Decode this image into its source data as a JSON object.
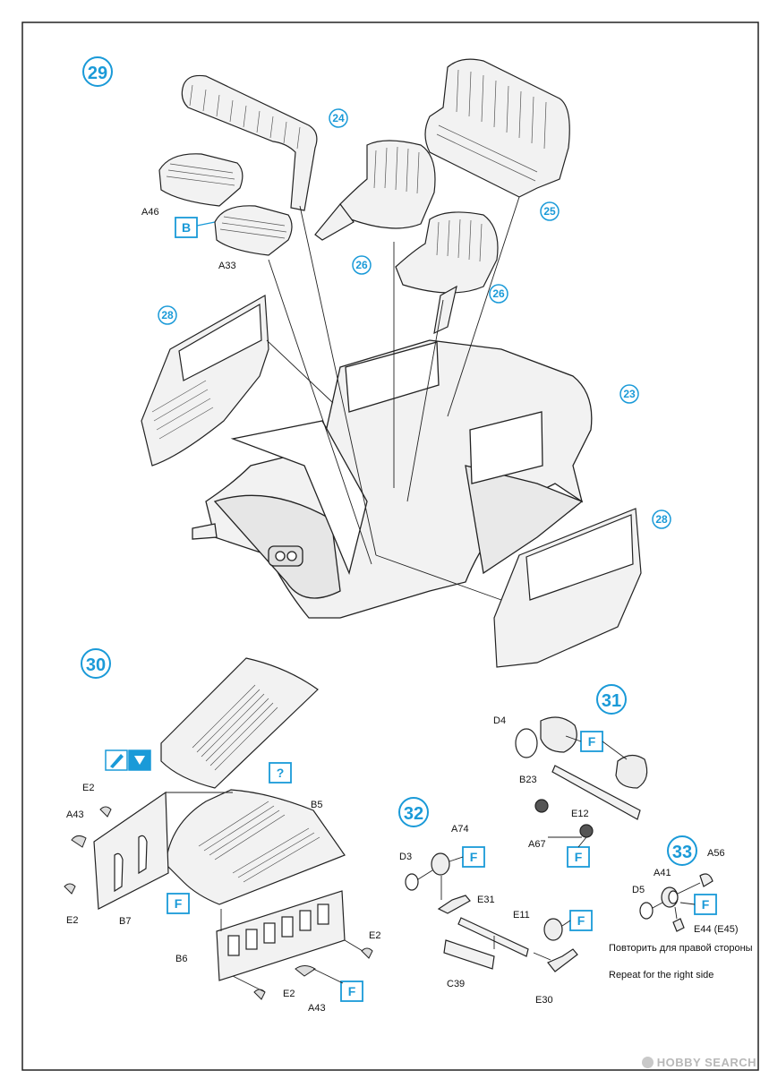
{
  "steps": {
    "s29": "29",
    "s30": "30",
    "s31": "31",
    "s32": "32",
    "s33": "33"
  },
  "step29": {
    "callouts": {
      "c24": "24",
      "c25": "25",
      "c26a": "26",
      "c26b": "26",
      "c23": "23",
      "c28a": "28",
      "c28b": "28"
    },
    "labels": {
      "a46": "A46",
      "a33": "A33"
    },
    "box_b": "B"
  },
  "step30": {
    "labels": {
      "e2_top": "E2",
      "a43_left": "A43",
      "e2_bottom": "E2",
      "b7": "B7",
      "b5": "B5",
      "b6": "B6",
      "e2_right": "E2",
      "e2_lower": "E2",
      "a43_lower": "A43"
    },
    "box_f1": "F",
    "box_f2": "F",
    "box_question": "?"
  },
  "step31": {
    "labels": {
      "d4": "D4",
      "b23": "B23",
      "e12": "E12",
      "a67": "A67"
    },
    "box_f1": "F",
    "box_f2": "F"
  },
  "step32": {
    "labels": {
      "a74": "A74",
      "d3": "D3",
      "e31": "E31",
      "e11": "E11",
      "c39": "C39",
      "e30": "E30"
    },
    "box_f1": "F",
    "box_f2": "F"
  },
  "step33": {
    "labels": {
      "a56": "A56",
      "a41": "A41",
      "d5": "D5",
      "e44": "E44 (E45)"
    },
    "box_f": "F",
    "note_ru": "Повторить для правой стороны",
    "note_en": "Repeat for the right side"
  },
  "watermark": "HOBBY SEARCH",
  "colors": {
    "accent": "#1a9ad8",
    "line": "#111111",
    "fill": "#f2f2f2"
  }
}
